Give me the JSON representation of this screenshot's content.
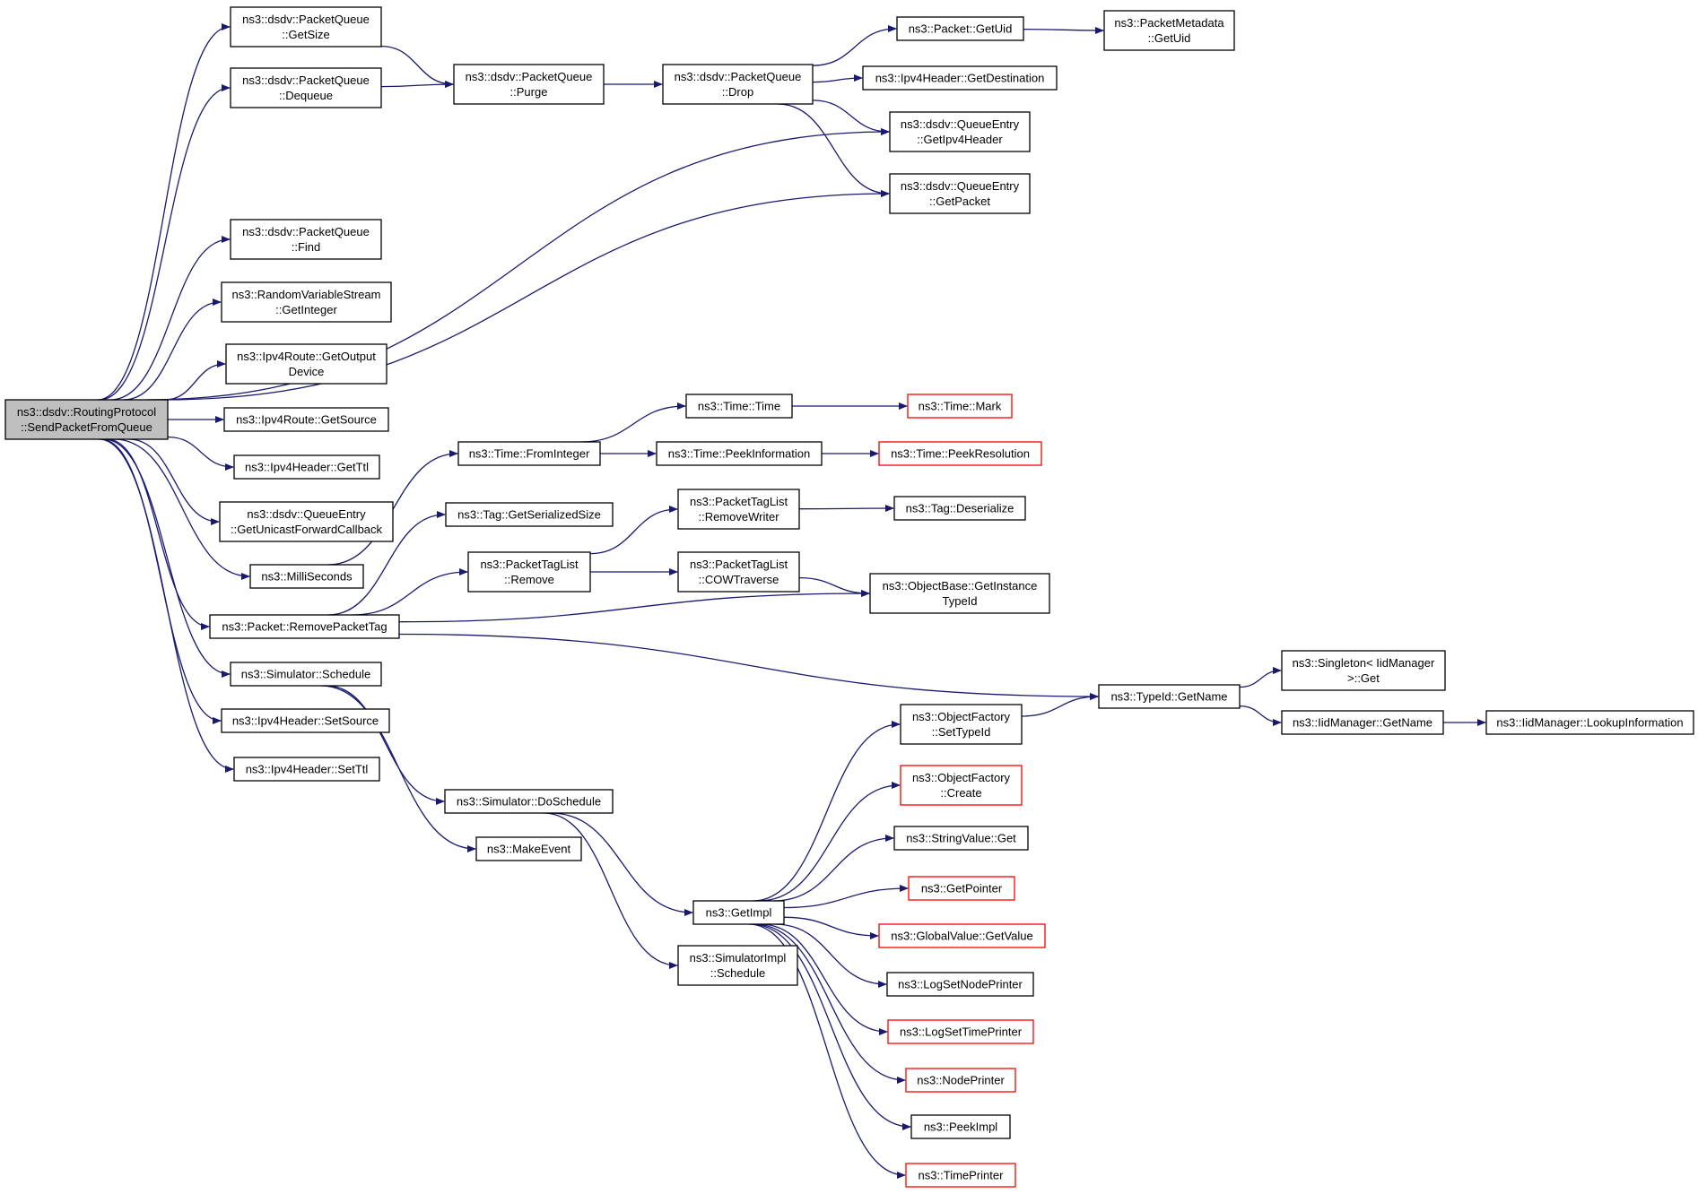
{
  "colors": {
    "edge": "#191970",
    "node_border": "#000000",
    "truncated_border": "#ff0000",
    "root_fill": "#bfbfbf",
    "background": "#ffffff"
  },
  "nodes": [
    {
      "id": "root",
      "lines": [
        "ns3::dsdv::RoutingProtocol",
        "::SendPacketFromQueue"
      ],
      "style": "root"
    },
    {
      "id": "pq_getsize",
      "lines": [
        "ns3::dsdv::PacketQueue",
        "::GetSize"
      ]
    },
    {
      "id": "pq_dequeue",
      "lines": [
        "ns3::dsdv::PacketQueue",
        "::Dequeue"
      ]
    },
    {
      "id": "pq_find",
      "lines": [
        "ns3::dsdv::PacketQueue",
        "::Find"
      ]
    },
    {
      "id": "rvs_getinteger",
      "lines": [
        "ns3::RandomVariableStream",
        "::GetInteger"
      ]
    },
    {
      "id": "route_outdev",
      "lines": [
        "ns3::Ipv4Route::GetOutput",
        "Device"
      ]
    },
    {
      "id": "route_getsource",
      "lines": [
        "ns3::Ipv4Route::GetSource"
      ]
    },
    {
      "id": "hdr_getttl",
      "lines": [
        "ns3::Ipv4Header::GetTtl"
      ]
    },
    {
      "id": "qe_ucb",
      "lines": [
        "ns3::dsdv::QueueEntry",
        "::GetUnicastForwardCallback"
      ]
    },
    {
      "id": "millis",
      "lines": [
        "ns3::MilliSeconds"
      ]
    },
    {
      "id": "removepackettag",
      "lines": [
        "ns3::Packet::RemovePacketTag"
      ]
    },
    {
      "id": "sim_schedule",
      "lines": [
        "ns3::Simulator::Schedule"
      ]
    },
    {
      "id": "hdr_setsource",
      "lines": [
        "ns3::Ipv4Header::SetSource"
      ]
    },
    {
      "id": "hdr_setttl",
      "lines": [
        "ns3::Ipv4Header::SetTtl"
      ]
    },
    {
      "id": "pq_purge",
      "lines": [
        "ns3::dsdv::PacketQueue",
        "::Purge"
      ]
    },
    {
      "id": "pq_drop",
      "lines": [
        "ns3::dsdv::PacketQueue",
        "::Drop"
      ]
    },
    {
      "id": "pkt_getuid",
      "lines": [
        "ns3::Packet::GetUid"
      ]
    },
    {
      "id": "pm_getuid",
      "lines": [
        "ns3::PacketMetadata",
        "::GetUid"
      ]
    },
    {
      "id": "hdr_getdest",
      "lines": [
        "ns3::Ipv4Header::GetDestination"
      ]
    },
    {
      "id": "qe_getipv4hdr",
      "lines": [
        "ns3::dsdv::QueueEntry",
        "::GetIpv4Header"
      ]
    },
    {
      "id": "qe_getpacket",
      "lines": [
        "ns3::dsdv::QueueEntry",
        "::GetPacket"
      ]
    },
    {
      "id": "time_frominteger",
      "lines": [
        "ns3::Time::FromInteger"
      ]
    },
    {
      "id": "time_time",
      "lines": [
        "ns3::Time::Time"
      ]
    },
    {
      "id": "time_mark",
      "lines": [
        "ns3::Time::Mark"
      ],
      "style": "trunc"
    },
    {
      "id": "time_peekinfo",
      "lines": [
        "ns3::Time::PeekInformation"
      ]
    },
    {
      "id": "time_peekres",
      "lines": [
        "ns3::Time::PeekResolution"
      ],
      "style": "trunc"
    },
    {
      "id": "tag_getsersize",
      "lines": [
        "ns3::Tag::GetSerializedSize"
      ]
    },
    {
      "id": "ptl_removewriter",
      "lines": [
        "ns3::PacketTagList",
        "::RemoveWriter"
      ]
    },
    {
      "id": "tag_deserialize",
      "lines": [
        "ns3::Tag::Deserialize"
      ]
    },
    {
      "id": "ptl_remove",
      "lines": [
        "ns3::PacketTagList",
        "::Remove"
      ]
    },
    {
      "id": "ptl_cow",
      "lines": [
        "ns3::PacketTagList",
        "::COWTraverse"
      ]
    },
    {
      "id": "ob_getinsttid",
      "lines": [
        "ns3::ObjectBase::GetInstance",
        "TypeId"
      ]
    },
    {
      "id": "typeid_getname",
      "lines": [
        "ns3::TypeId::GetName"
      ]
    },
    {
      "id": "singleton_get",
      "lines": [
        "ns3::Singleton< IidManager",
        ">::Get"
      ]
    },
    {
      "id": "iid_getname",
      "lines": [
        "ns3::IidManager::GetName"
      ]
    },
    {
      "id": "iid_lookup",
      "lines": [
        "ns3::IidManager::LookupInformation"
      ]
    },
    {
      "id": "of_settypeid",
      "lines": [
        "ns3::ObjectFactory",
        "::SetTypeId"
      ]
    },
    {
      "id": "of_create",
      "lines": [
        "ns3::ObjectFactory",
        "::Create"
      ],
      "style": "trunc"
    },
    {
      "id": "sv_get",
      "lines": [
        "ns3::StringValue::Get"
      ]
    },
    {
      "id": "getpointer",
      "lines": [
        "ns3::GetPointer"
      ],
      "style": "trunc"
    },
    {
      "id": "gv_getvalue",
      "lines": [
        "ns3::GlobalValue::GetValue"
      ],
      "style": "trunc"
    },
    {
      "id": "lognodeprinter",
      "lines": [
        "ns3::LogSetNodePrinter"
      ]
    },
    {
      "id": "logtimeprinter",
      "lines": [
        "ns3::LogSetTimePrinter"
      ],
      "style": "trunc"
    },
    {
      "id": "nodeprinter",
      "lines": [
        "ns3::NodePrinter"
      ],
      "style": "trunc"
    },
    {
      "id": "peekimpl",
      "lines": [
        "ns3::PeekImpl"
      ]
    },
    {
      "id": "timeprinter",
      "lines": [
        "ns3::TimePrinter"
      ],
      "style": "trunc"
    },
    {
      "id": "sim_doschedule",
      "lines": [
        "ns3::Simulator::DoSchedule"
      ]
    },
    {
      "id": "makeevent",
      "lines": [
        "ns3::MakeEvent"
      ]
    },
    {
      "id": "getimpl",
      "lines": [
        "ns3::GetImpl"
      ]
    },
    {
      "id": "simimpl_schedule",
      "lines": [
        "ns3::SimulatorImpl",
        "::Schedule"
      ]
    }
  ],
  "edges": [
    [
      "root",
      "pq_getsize"
    ],
    [
      "root",
      "pq_dequeue"
    ],
    [
      "root",
      "qe_getipv4hdr"
    ],
    [
      "root",
      "qe_getpacket"
    ],
    [
      "root",
      "pq_find"
    ],
    [
      "root",
      "rvs_getinteger"
    ],
    [
      "root",
      "route_outdev"
    ],
    [
      "root",
      "route_getsource"
    ],
    [
      "root",
      "hdr_getttl"
    ],
    [
      "root",
      "qe_ucb"
    ],
    [
      "root",
      "millis"
    ],
    [
      "root",
      "removepackettag"
    ],
    [
      "root",
      "sim_schedule"
    ],
    [
      "root",
      "hdr_setsource"
    ],
    [
      "root",
      "hdr_setttl"
    ],
    [
      "pq_getsize",
      "pq_purge"
    ],
    [
      "pq_dequeue",
      "pq_purge"
    ],
    [
      "pq_purge",
      "pq_drop"
    ],
    [
      "pq_drop",
      "pkt_getuid"
    ],
    [
      "pq_drop",
      "hdr_getdest"
    ],
    [
      "pq_drop",
      "qe_getipv4hdr"
    ],
    [
      "pq_drop",
      "qe_getpacket"
    ],
    [
      "pkt_getuid",
      "pm_getuid"
    ],
    [
      "millis",
      "time_frominteger"
    ],
    [
      "time_frominteger",
      "time_time"
    ],
    [
      "time_frominteger",
      "time_peekinfo"
    ],
    [
      "time_time",
      "time_mark"
    ],
    [
      "time_peekinfo",
      "time_peekres"
    ],
    [
      "removepackettag",
      "tag_getsersize"
    ],
    [
      "removepackettag",
      "ptl_remove"
    ],
    [
      "removepackettag",
      "ob_getinsttid"
    ],
    [
      "removepackettag",
      "typeid_getname"
    ],
    [
      "ptl_remove",
      "ptl_removewriter"
    ],
    [
      "ptl_remove",
      "ptl_cow"
    ],
    [
      "ptl_removewriter",
      "tag_deserialize"
    ],
    [
      "ptl_cow",
      "ob_getinsttid"
    ],
    [
      "typeid_getname",
      "singleton_get"
    ],
    [
      "typeid_getname",
      "iid_getname"
    ],
    [
      "iid_getname",
      "iid_lookup"
    ],
    [
      "of_settypeid",
      "typeid_getname"
    ],
    [
      "sim_schedule",
      "sim_doschedule"
    ],
    [
      "sim_schedule",
      "makeevent"
    ],
    [
      "sim_doschedule",
      "getimpl"
    ],
    [
      "sim_doschedule",
      "simimpl_schedule"
    ],
    [
      "getimpl",
      "of_settypeid"
    ],
    [
      "getimpl",
      "of_create"
    ],
    [
      "getimpl",
      "sv_get"
    ],
    [
      "getimpl",
      "getpointer"
    ],
    [
      "getimpl",
      "gv_getvalue"
    ],
    [
      "getimpl",
      "lognodeprinter"
    ],
    [
      "getimpl",
      "logtimeprinter"
    ],
    [
      "getimpl",
      "nodeprinter"
    ],
    [
      "getimpl",
      "peekimpl"
    ],
    [
      "getimpl",
      "timeprinter"
    ]
  ]
}
